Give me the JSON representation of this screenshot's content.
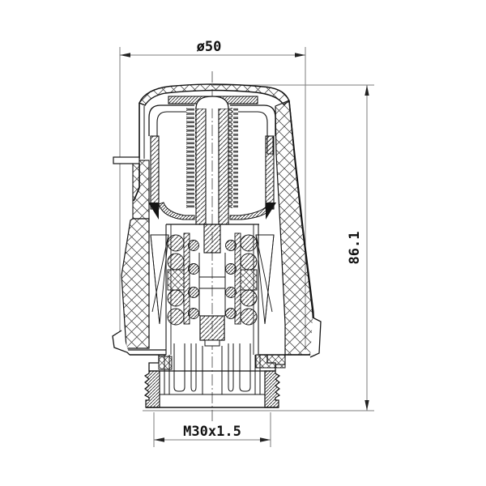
{
  "drawing": {
    "title": "thermostatic-valve-head-section",
    "colors": {
      "background": "#ffffff",
      "outline": "#141414",
      "hatch": "#333333",
      "dimension_line": "#7d7d7d",
      "text": "#111111"
    },
    "dimensions": {
      "top_diameter": "ø50",
      "overall_height": "86.1",
      "thread_spec": "M30x1.5"
    }
  }
}
